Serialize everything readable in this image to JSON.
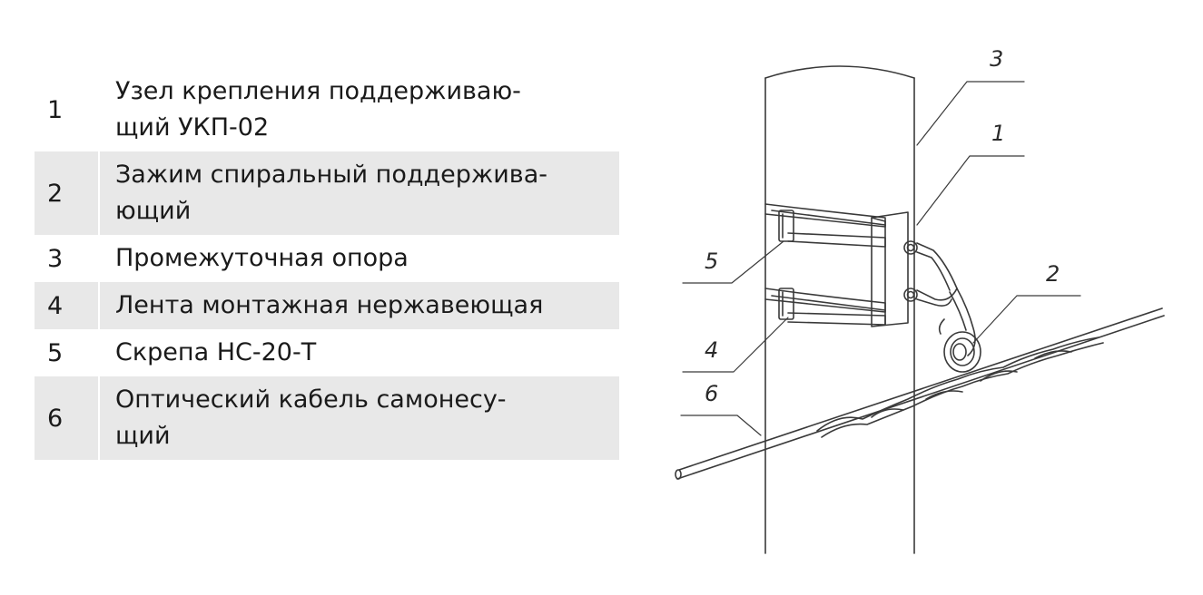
{
  "legend": [
    {
      "num": "1",
      "text": "Узел крепления поддерживаю-\nщий УКП-02",
      "shaded": false
    },
    {
      "num": "2",
      "text": "Зажим спиральный поддержива-\nющий",
      "shaded": true
    },
    {
      "num": "3",
      "text": "Промежуточная опора",
      "shaded": false
    },
    {
      "num": "4",
      "text": "Лента монтажная нержавеющая",
      "shaded": true
    },
    {
      "num": "5",
      "text": "Скрепа НС-20-Т",
      "shaded": false
    },
    {
      "num": "6",
      "text": "Оптический кабель самонесу-\nщий",
      "shaded": true
    }
  ],
  "callouts": {
    "c1": "1",
    "c2": "2",
    "c3": "3",
    "c4": "4",
    "c5": "5",
    "c6": "6"
  },
  "colors": {
    "row_shade": "#e8e8e8",
    "line": "#3a3a3a"
  }
}
